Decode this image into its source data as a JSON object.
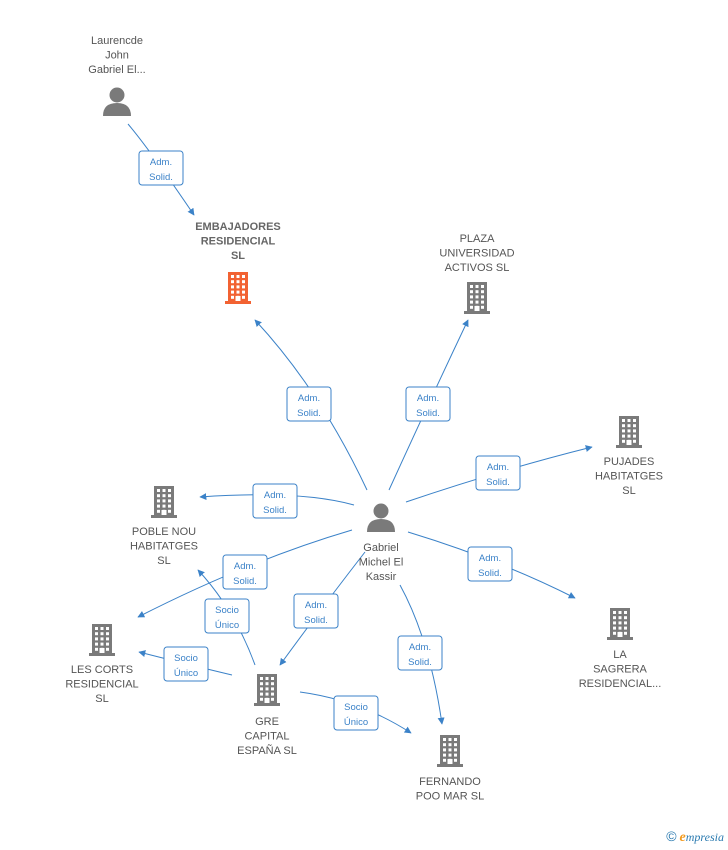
{
  "colors": {
    "edge": "#3b82c8",
    "company": "#7a7a7a",
    "company_highlight": "#f26232",
    "person": "#7a7a7a"
  },
  "nodes": [
    {
      "id": "laurencde",
      "kind": "person",
      "icon": "person-icon",
      "lines": [
        "Laurencde",
        "John",
        "Gabriel El..."
      ]
    },
    {
      "id": "embajadores",
      "kind": "company",
      "highlight": true,
      "icon": "building-icon",
      "lines": [
        "EMBAJADORES",
        "RESIDENCIAL",
        "SL"
      ]
    },
    {
      "id": "plaza",
      "kind": "company",
      "icon": "building-icon",
      "lines": [
        "PLAZA",
        "UNIVERSIDAD",
        "ACTIVOS  SL"
      ]
    },
    {
      "id": "pujades",
      "kind": "company",
      "icon": "building-icon",
      "lines": [
        "PUJADES",
        "HABITATGES",
        "SL"
      ]
    },
    {
      "id": "poble",
      "kind": "company",
      "icon": "building-icon",
      "lines": [
        "POBLE NOU",
        "HABITATGES",
        "SL"
      ]
    },
    {
      "id": "gabriel",
      "kind": "person",
      "icon": "person-icon",
      "lines": [
        "Gabriel",
        "Michel El",
        "Kassir"
      ]
    },
    {
      "id": "lescorts",
      "kind": "company",
      "icon": "building-icon",
      "lines": [
        "LES CORTS",
        "RESIDENCIAL",
        "SL"
      ]
    },
    {
      "id": "sagrera",
      "kind": "company",
      "icon": "building-icon",
      "lines": [
        "LA",
        "SAGRERA",
        "RESIDENCIAL..."
      ]
    },
    {
      "id": "gre",
      "kind": "company",
      "icon": "building-icon",
      "lines": [
        "GRE",
        "CAPITAL",
        "ESPAÑA  SL"
      ]
    },
    {
      "id": "fernando",
      "kind": "company",
      "icon": "building-icon",
      "lines": [
        "FERNANDO",
        "POO MAR  SL"
      ]
    }
  ],
  "edges": [
    {
      "from": "laurencde",
      "to": "embajadores",
      "label": [
        "Adm.",
        "Solid."
      ]
    },
    {
      "from": "gabriel",
      "to": "embajadores",
      "label": [
        "Adm.",
        "Solid."
      ]
    },
    {
      "from": "gabriel",
      "to": "plaza",
      "label": [
        "Adm.",
        "Solid."
      ]
    },
    {
      "from": "gabriel",
      "to": "pujades",
      "label": [
        "Adm.",
        "Solid."
      ]
    },
    {
      "from": "gabriel",
      "to": "poble",
      "label": [
        "Adm.",
        "Solid."
      ]
    },
    {
      "from": "gabriel",
      "to": "lescorts",
      "label": [
        "Adm.",
        "Solid."
      ]
    },
    {
      "from": "gabriel",
      "to": "sagrera",
      "label": [
        "Adm.",
        "Solid."
      ]
    },
    {
      "from": "gabriel",
      "to": "gre",
      "label": [
        "Adm.",
        "Solid."
      ]
    },
    {
      "from": "gabriel",
      "to": "fernando",
      "label": [
        "Adm.",
        "Solid."
      ]
    },
    {
      "from": "gre",
      "to": "poble",
      "label": [
        "Socio",
        "Único"
      ]
    },
    {
      "from": "gre",
      "to": "lescorts",
      "label": [
        "Socio",
        "Único"
      ]
    },
    {
      "from": "gre",
      "to": "fernando",
      "label": [
        "Socio",
        "Único"
      ]
    }
  ],
  "footer": {
    "copyright_symbol": "©",
    "brand_initial": "e",
    "brand_rest": "mpresia"
  }
}
